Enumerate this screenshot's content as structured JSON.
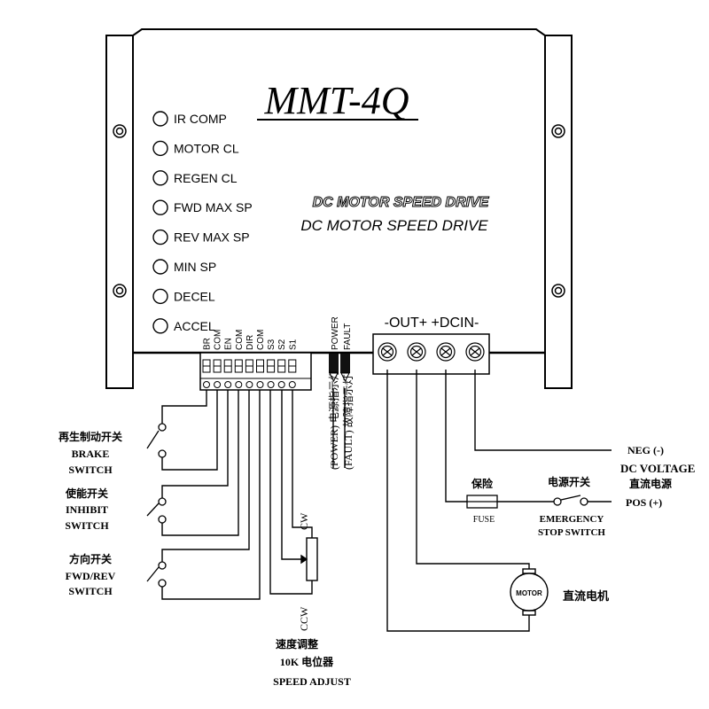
{
  "model": "MMT-4Q",
  "subtitle_outline": "DC MOTOR SPEED DRIVE",
  "subtitle": "DC MOTOR SPEED DRIVE",
  "pots": [
    "IR COMP",
    "MOTOR CL",
    "REGEN CL",
    "FWD MAX SP",
    "REV MAX SP",
    "MIN SP",
    "DECEL",
    "ACCEL"
  ],
  "terminal_labels": [
    "BR",
    "COM",
    "EN",
    "COM",
    "DIR",
    "COM",
    "S3",
    "S2",
    "S1"
  ],
  "leds": [
    "POWER",
    "FAULT"
  ],
  "power_header": "-OUT+ +DCIN-",
  "switches": {
    "brake": [
      "再生制动开关",
      "BRAKE",
      "SWITCH"
    ],
    "inhibit": [
      "使能开关",
      "INHIBIT",
      "SWITCH"
    ],
    "direction": [
      "方向开关",
      "FWD/REV",
      "SWITCH"
    ]
  },
  "potentiometer": {
    "cw": "CW",
    "ccw": "CCW",
    "label": [
      "速度调整",
      "10K 电位器",
      "SPEED ADJUST"
    ]
  },
  "indicator_labels": [
    "(POWER) 电源指示灯",
    "(FAULT) 故障指示灯"
  ],
  "fuse": {
    "cn": "保险",
    "en": "FUSE"
  },
  "estop": {
    "cn": "电源开关",
    "en": [
      "EMERGENCY",
      "STOP SWITCH"
    ]
  },
  "supply": {
    "neg": "NEG (-)",
    "voltage": "DC VOLTAGE",
    "voltage_cn": "直流电源",
    "pos": "POS (+)"
  },
  "motor": {
    "label": "MOTOR",
    "cn": "直流电机"
  }
}
